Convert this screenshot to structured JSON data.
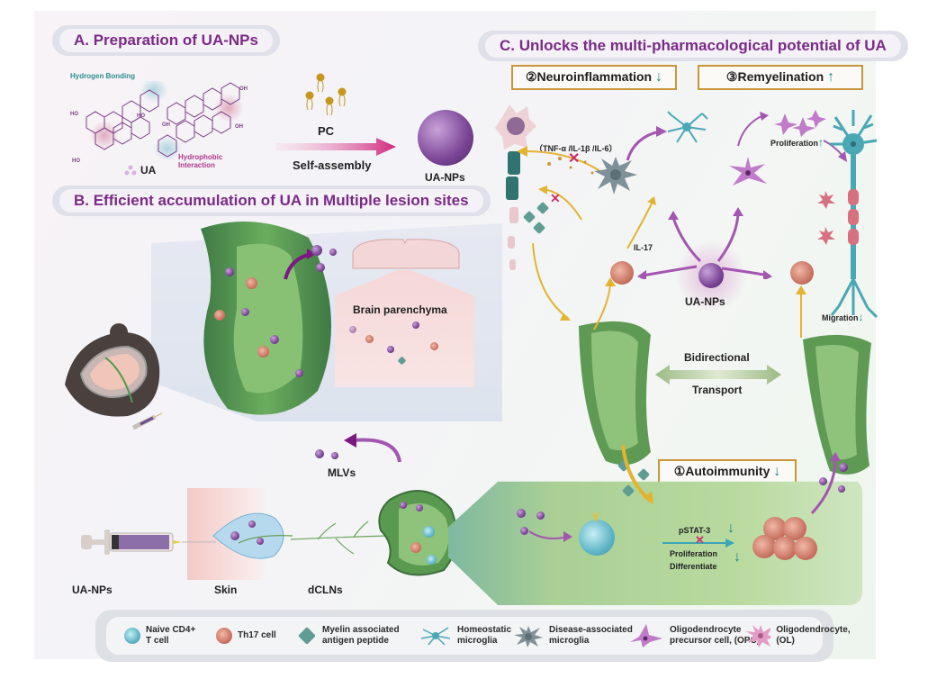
{
  "panelA": {
    "title": "A. Preparation of UA-NPs",
    "hydrogen_bonding": "Hydrogen Bonding",
    "hydrophobic_interaction_1": "Hydrophobic",
    "hydrophobic_interaction_2": "Interaction",
    "ua_label": "UA",
    "pc_label": "PC",
    "self_assembly_label": "Self-assembly",
    "uanps_label": "UA-NPs",
    "molecule_labels": {
      "oh": "OH",
      "ho": "HO",
      "h": "H",
      "o": "O"
    }
  },
  "panelB": {
    "title": "B. Efficient accumulation of UA in Multiple lesion sites",
    "brain_parenchyma": "Brain  parenchyma",
    "mlvs_label": "MLVs",
    "uanps_label": "UA-NPs",
    "skin_label": "Skin",
    "dclns_label": "dCLNs"
  },
  "panelC": {
    "title": "C. Unlocks the multi-pharmacological potential of UA",
    "neuroinflammation": "②Neuroinflammation",
    "remyelination": "③Remyelination",
    "autoimmunity": "①Autoimmunity",
    "cytokines": "（TNF-α /IL-1β /IL-6）",
    "il17": "IL-17",
    "proliferation_opc": "Proliferation",
    "uanps_center": "UA-NPs",
    "migration": "Migration",
    "bidirectional": "Bidirectional",
    "transport": "Transport",
    "pstat3": "pSTAT-3",
    "proliferation": "Proliferation",
    "differentiate": "Differentiate",
    "arrow_down": "↓",
    "arrow_up": "↑",
    "block_mark": "✕"
  },
  "legend": {
    "items": [
      {
        "icon": "naive-cd4-t-cell-icon",
        "line1": "Naive CD4+",
        "line2": "T cell"
      },
      {
        "icon": "th17-cell-icon",
        "line1": "Th17 cell",
        "line2": ""
      },
      {
        "icon": "myelin-peptide-icon",
        "line1": "Myelin associated",
        "line2": "antigen peptide"
      },
      {
        "icon": "homeostatic-microglia-icon",
        "line1": "Homeostatic",
        "line2": "microglia"
      },
      {
        "icon": "disease-microglia-icon",
        "line1": "Disease-associated",
        "line2": "microglia"
      },
      {
        "icon": "opc-icon",
        "line1": "Oligodendrocyte",
        "line2": "precursor cell, (OPC)"
      },
      {
        "icon": "ol-icon",
        "line1": "Oligodendrocyte, (OL)",
        "line2": ""
      }
    ]
  },
  "colors": {
    "title_purple": "#7a2a86",
    "box_border": "#c8953a",
    "teal_arrow": "#1a8a80",
    "vessel_green": "#4f8f4a",
    "nanoparticle_purple": "#7a4596",
    "arrow_magenta": "#d0287e",
    "arrow_gold": "#e4b332"
  }
}
